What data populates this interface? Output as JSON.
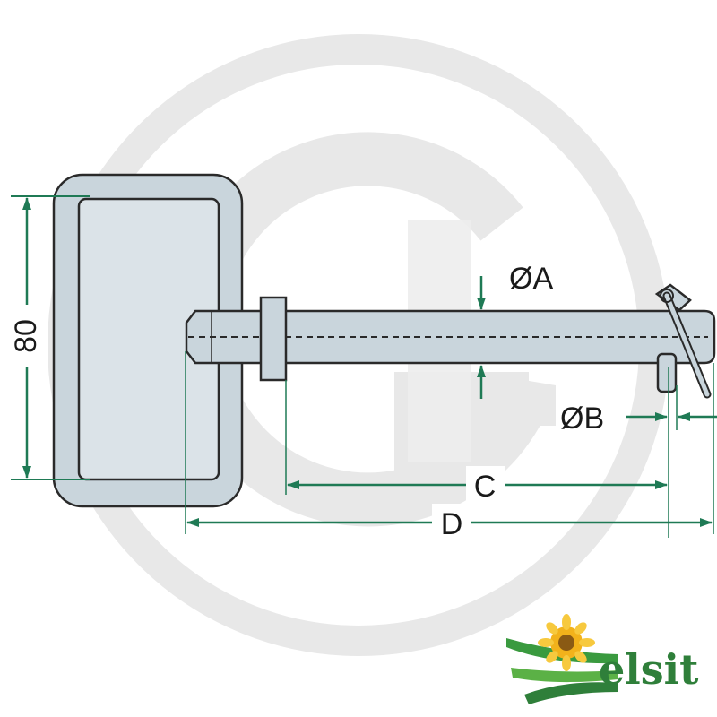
{
  "drawing": {
    "dimension_labels": {
      "height": "80",
      "diameter_a": "ØA",
      "diameter_b": "ØB",
      "length_c": "C",
      "length_d": "D"
    },
    "colors": {
      "dimension_line": "#1f7a55",
      "part_fill": "#c9d5dc",
      "part_stroke": "#2a2a2a",
      "watermark": "#e6e6e6"
    }
  },
  "logo": {
    "text": "elsit",
    "colors": {
      "leaf_green": "#3a9a3f",
      "sun_yellow": "#f2b21b"
    }
  }
}
